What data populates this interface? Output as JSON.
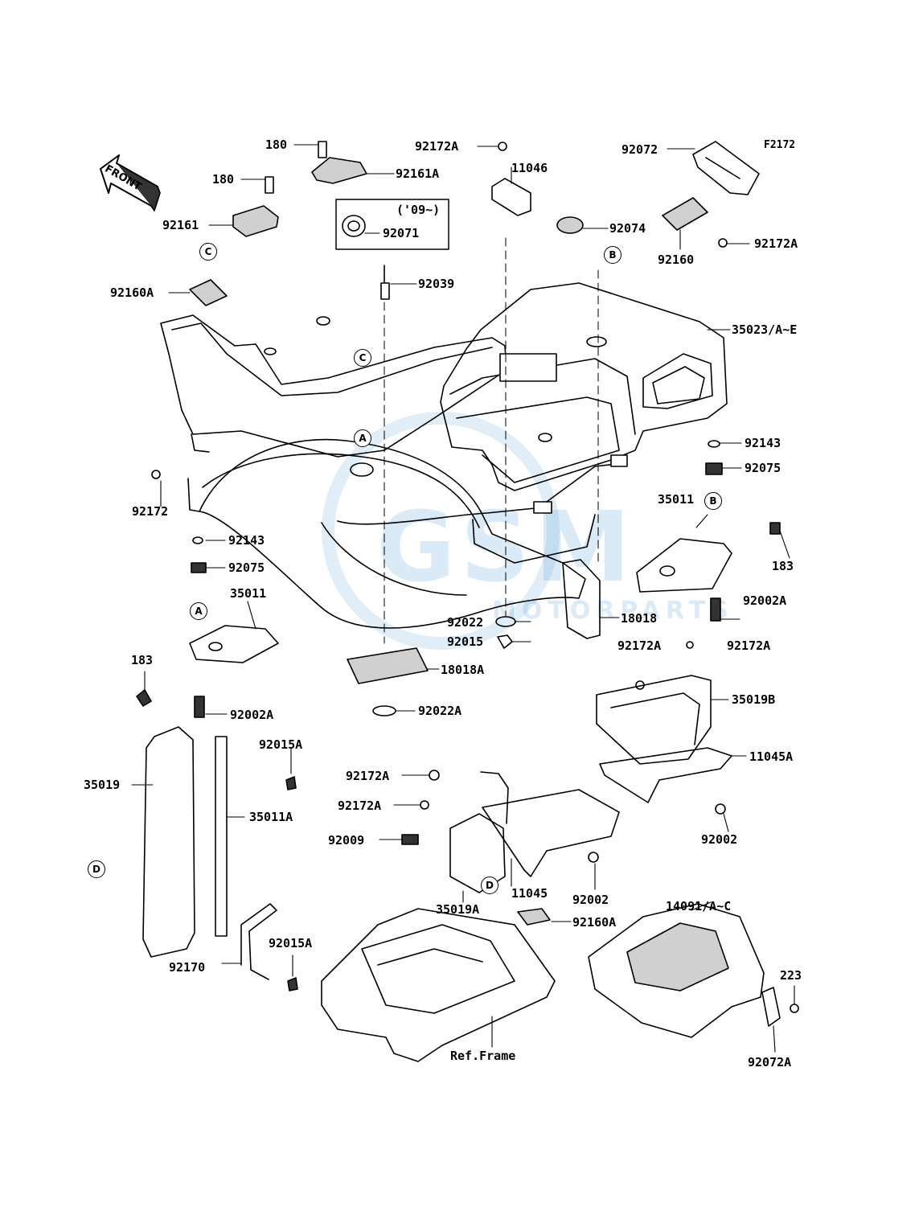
{
  "diagram": {
    "figure_code": "F2172",
    "front_label": "FRONT",
    "watermark": {
      "brand": "GSM",
      "sub": "MOTORPARTS"
    },
    "ref_frame_label": "Ref.Frame",
    "year_note": "('09~)",
    "circle_markers": {
      "a": "A",
      "b": "B",
      "c": "C",
      "d": "D"
    },
    "parts": [
      "180",
      "180",
      "92161",
      "92161A",
      "92071",
      "92039",
      "92172A",
      "11046",
      "92072",
      "92074",
      "92160",
      "92172A",
      "92160A",
      "35023/A~E",
      "92143",
      "92075",
      "35011",
      "183",
      "92002A",
      "18018",
      "92172",
      "92143",
      "92075",
      "35011",
      "183",
      "92002A",
      "92022",
      "92015",
      "18018A",
      "92022A",
      "92172A",
      "92172A",
      "35019B",
      "11045A",
      "92002",
      "35019",
      "92015A",
      "35011A",
      "92172A",
      "92172A",
      "92009",
      "35019A",
      "11045",
      "92002",
      "92160A",
      "14091/A~C",
      "223",
      "92072A",
      "92170",
      "92015A"
    ]
  },
  "colors": {
    "line": "#000000",
    "shading": "#cfcfcf",
    "watermark": "#5aa3d8"
  }
}
